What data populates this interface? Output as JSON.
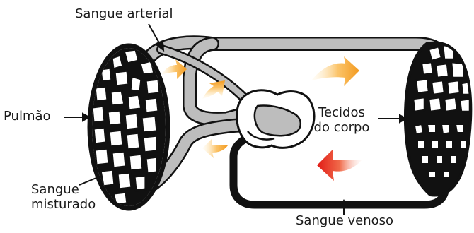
{
  "labels": {
    "arterial": "Sangue arterial",
    "lung": "Pulmão",
    "tissues_line1": "Tecidos",
    "tissues_line2": "do corpo",
    "mixed_line1": "Sangue",
    "mixed_line2": "misturado",
    "venous": "Sangue venoso"
  },
  "colors": {
    "arterial_vessel": "#b3b3b3",
    "venous_vessel": "#111111",
    "outline": "#111111",
    "flow_arrow_arterial": "#f5a623",
    "flow_arrow_venous": "#e8261c"
  }
}
